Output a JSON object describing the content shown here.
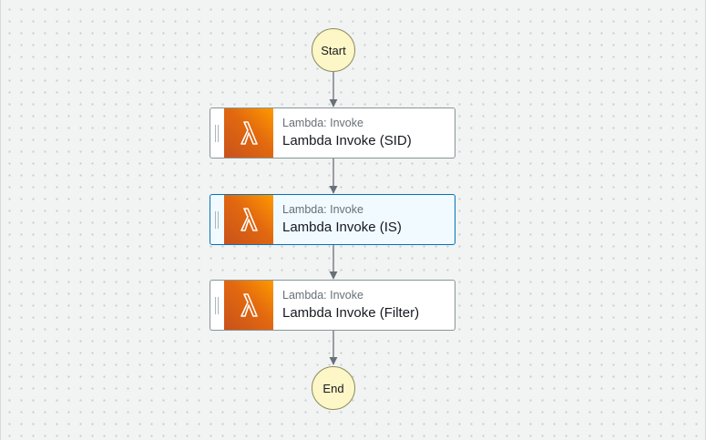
{
  "workflow": {
    "start": {
      "label": "Start"
    },
    "end": {
      "label": "End"
    },
    "states": [
      {
        "type": "Lambda: Invoke",
        "name": "Lambda Invoke (SID)",
        "selected": false,
        "icon": "lambda-icon"
      },
      {
        "type": "Lambda: Invoke",
        "name": "Lambda Invoke (IS)",
        "selected": true,
        "icon": "lambda-icon"
      },
      {
        "type": "Lambda: Invoke",
        "name": "Lambda Invoke (Filter)",
        "selected": false,
        "icon": "lambda-icon"
      }
    ]
  },
  "colors": {
    "canvas_bg": "#f2f3f3",
    "terminal_fill": "#fdf6c6",
    "selected_border": "#0073bb",
    "lambda_orange": "#e2690f",
    "connector": "#687078"
  }
}
